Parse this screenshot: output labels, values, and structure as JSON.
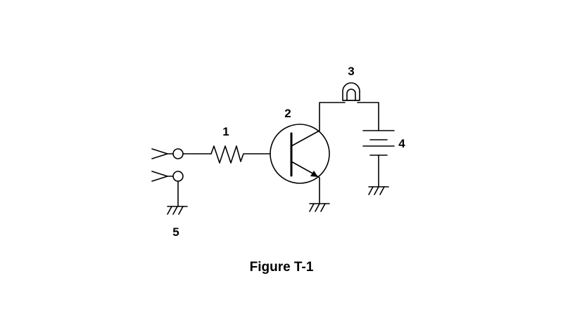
{
  "diagram": {
    "labels": {
      "resistor": "1",
      "transistor": "2",
      "lamp": "3",
      "battery": "4",
      "ground": "5"
    },
    "caption": "Figure T-1"
  }
}
